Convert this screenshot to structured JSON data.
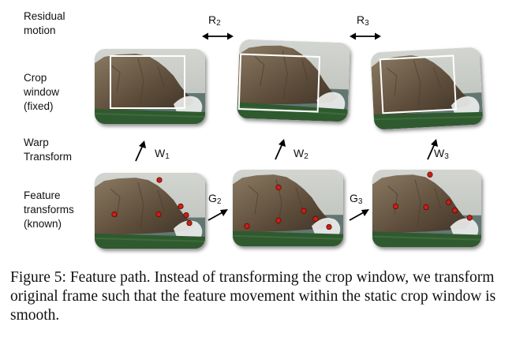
{
  "row_labels": {
    "residual": "Residual\nmotion",
    "crop": "Crop\nwindow\n(fixed)",
    "warp": "Warp\nTransform",
    "feature": "Feature\ntransforms\n(known)"
  },
  "symbols": {
    "R2": {
      "base": "R",
      "sub": "2"
    },
    "R3": {
      "base": "R",
      "sub": "3"
    },
    "W1": {
      "base": "W",
      "sub": "1"
    },
    "W2": {
      "base": "W",
      "sub": "2"
    },
    "W3": {
      "base": "W",
      "sub": "3"
    },
    "G2": {
      "base": "G",
      "sub": "2"
    },
    "G3": {
      "base": "G",
      "sub": "3"
    }
  },
  "caption": "Figure 5: Feature path. Instead of transforming the crop window, we transform original frame such that the feature movement within the static crop window is smooth.",
  "colors": {
    "feature_point": "#cc1f14",
    "crop_window": "#ffffff",
    "sky": "#c9cdc7",
    "cliff": "#6f5e4a",
    "sea": "#5f7570",
    "grass": "#2f5a2f"
  },
  "icons": [
    "double-arrow-icon",
    "up-right-arrow-icon",
    "right-arrow-icon"
  ]
}
